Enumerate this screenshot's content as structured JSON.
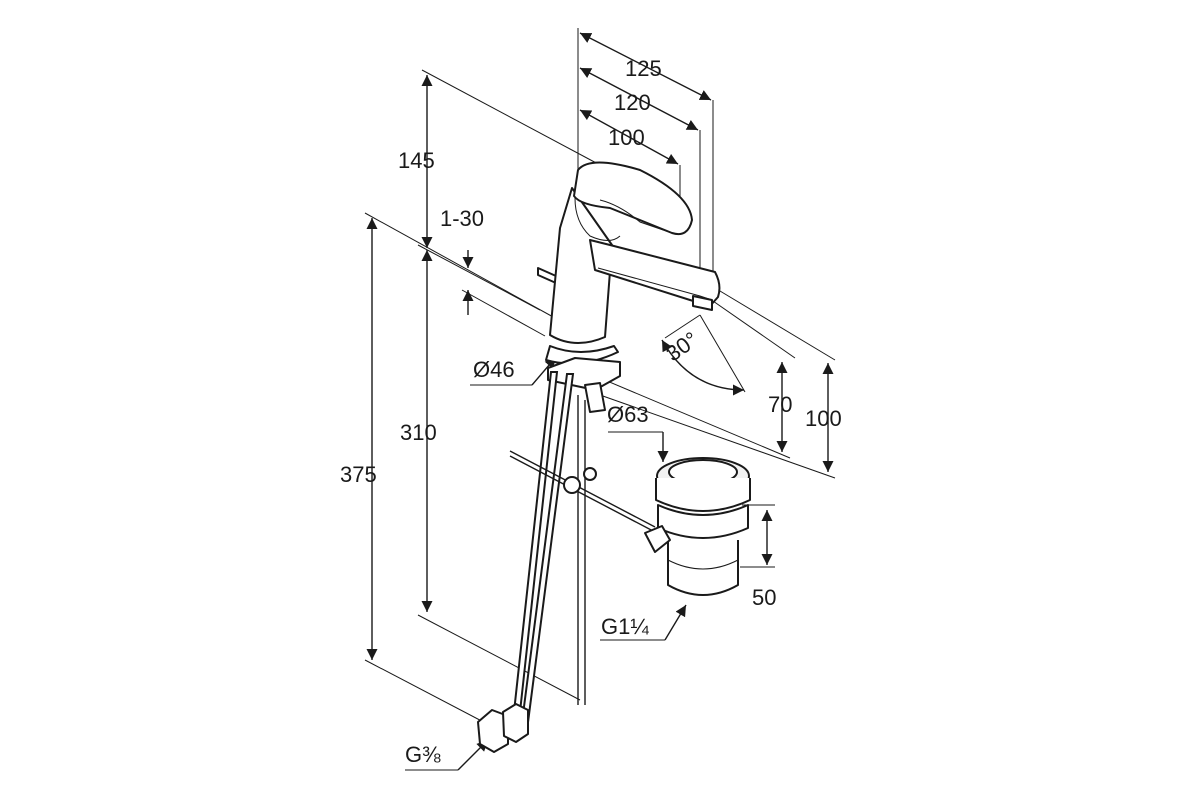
{
  "dimensions": {
    "width_125": "125",
    "width_120": "120",
    "width_100": "100",
    "height_145": "145",
    "height_1_30": "1-30",
    "height_310": "310",
    "height_375": "375",
    "height_70": "70",
    "height_100": "100",
    "height_50": "50",
    "angle_30": "30°",
    "diameter_46": "Ø46",
    "diameter_63": "Ø63",
    "thread_g1_1_4": "G1¼",
    "thread_g3_8": "G⅜"
  }
}
